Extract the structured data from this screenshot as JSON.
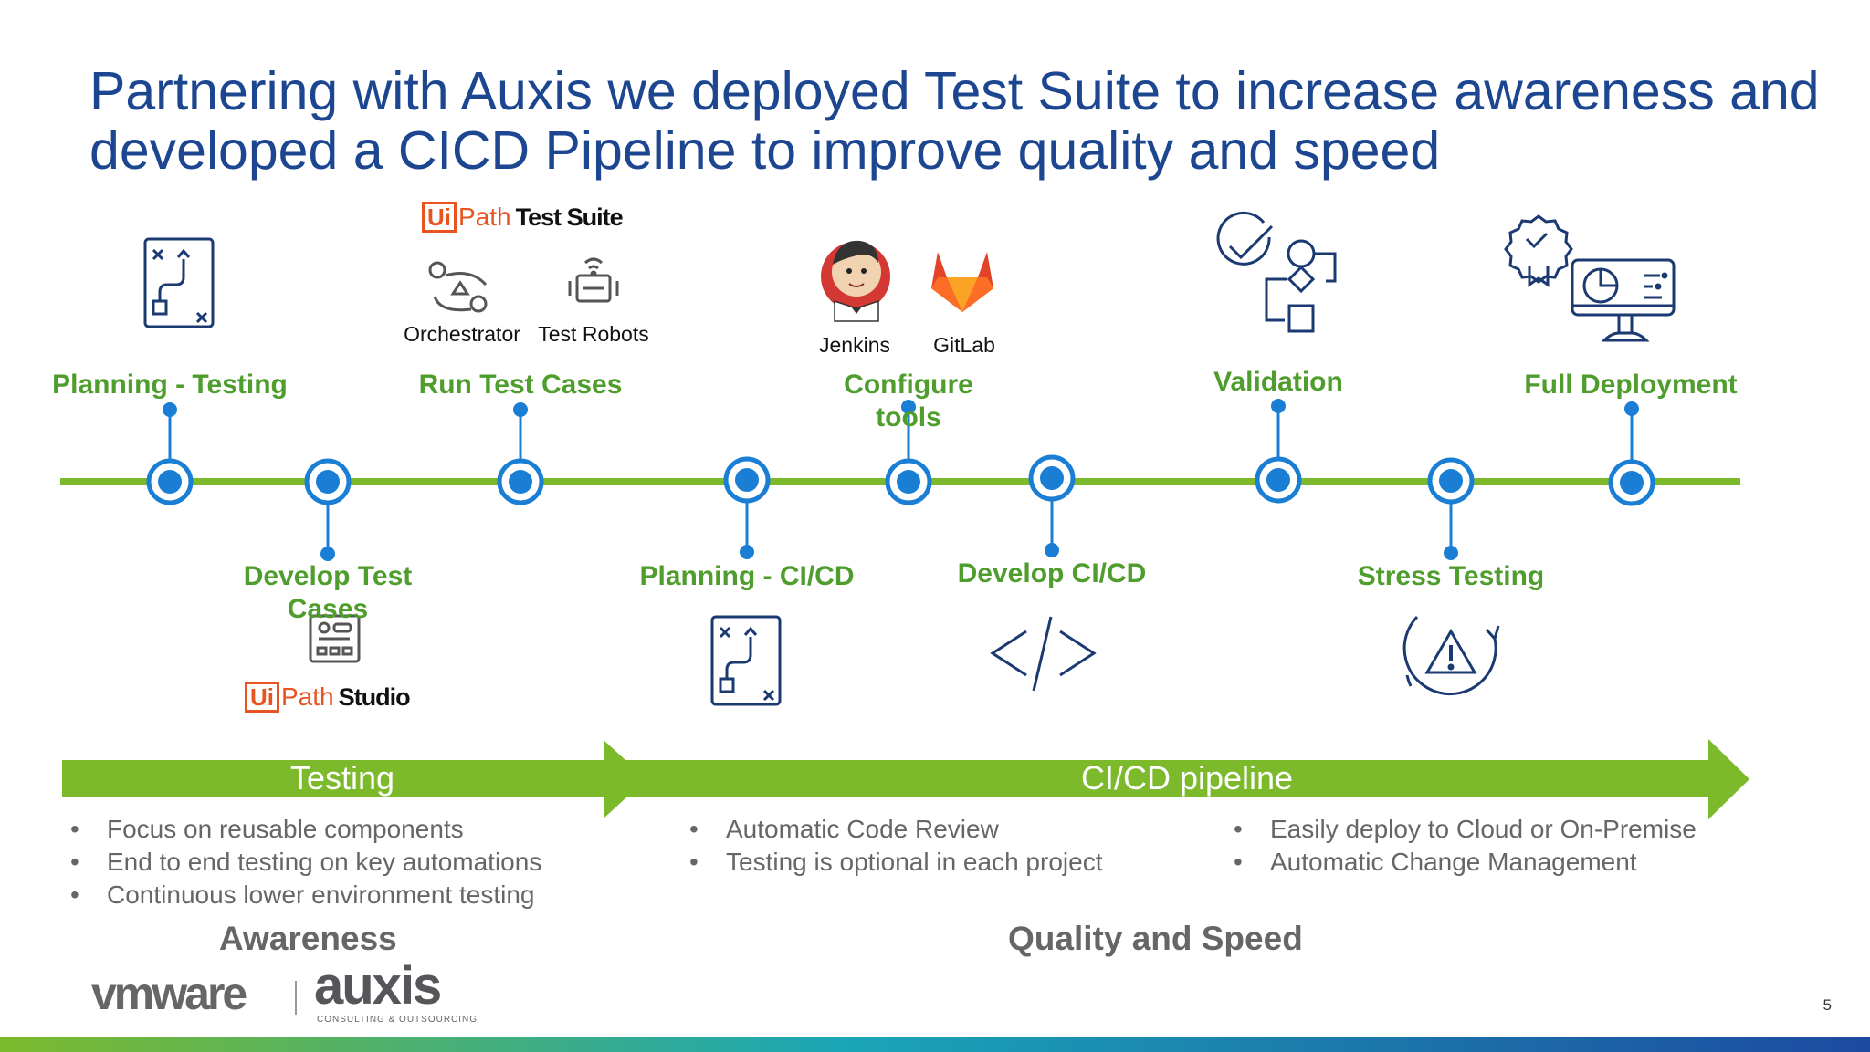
{
  "title": "Partnering with Auxis we deployed Test Suite to increase awareness and developed a CICD Pipeline to improve quality and speed",
  "milestones": {
    "planning_testing": "Planning - Testing",
    "develop_test_cases": "Develop Test Cases",
    "run_test_cases": "Run Test Cases",
    "planning_cicd": "Planning - CI/CD",
    "configure_tools": "Configure tools",
    "develop_cicd": "Develop CI/CD",
    "validation": "Validation",
    "stress_testing": "Stress Testing",
    "full_deployment": "Full Deployment"
  },
  "tools": {
    "uipath_ui": "Ui",
    "uipath_path": "Path",
    "test_suite": "Test Suite",
    "studio": "Studio",
    "orchestrator": "Orchestrator",
    "test_robots": "Test Robots",
    "jenkins": "Jenkins",
    "gitlab": "GitLab"
  },
  "phases": {
    "testing": {
      "label": "Testing",
      "bullets": [
        "Focus on reusable components",
        "End to end testing on key automations",
        "Continuous lower environment testing"
      ],
      "footer": "Awareness"
    },
    "cicd": {
      "label": "CI/CD pipeline",
      "bullets_left": [
        "Automatic Code Review",
        "Testing is optional in each project"
      ],
      "bullets_right": [
        "Easily deploy to Cloud or On-Premise",
        "Automatic Change Management"
      ],
      "footer": "Quality and Speed"
    }
  },
  "brand": {
    "vmware": "vmware",
    "auxis": "auxis",
    "auxis_tagline": "CONSULTING & OUTSOURCING"
  },
  "page_number": "5",
  "colors": {
    "title_blue": "#1d4691",
    "green": "#7cba2c",
    "label_green": "#4e9d2d",
    "node_blue": "#1a7fd4",
    "icon_navy": "#1b3a72",
    "uipath_orange": "#e8531f"
  }
}
